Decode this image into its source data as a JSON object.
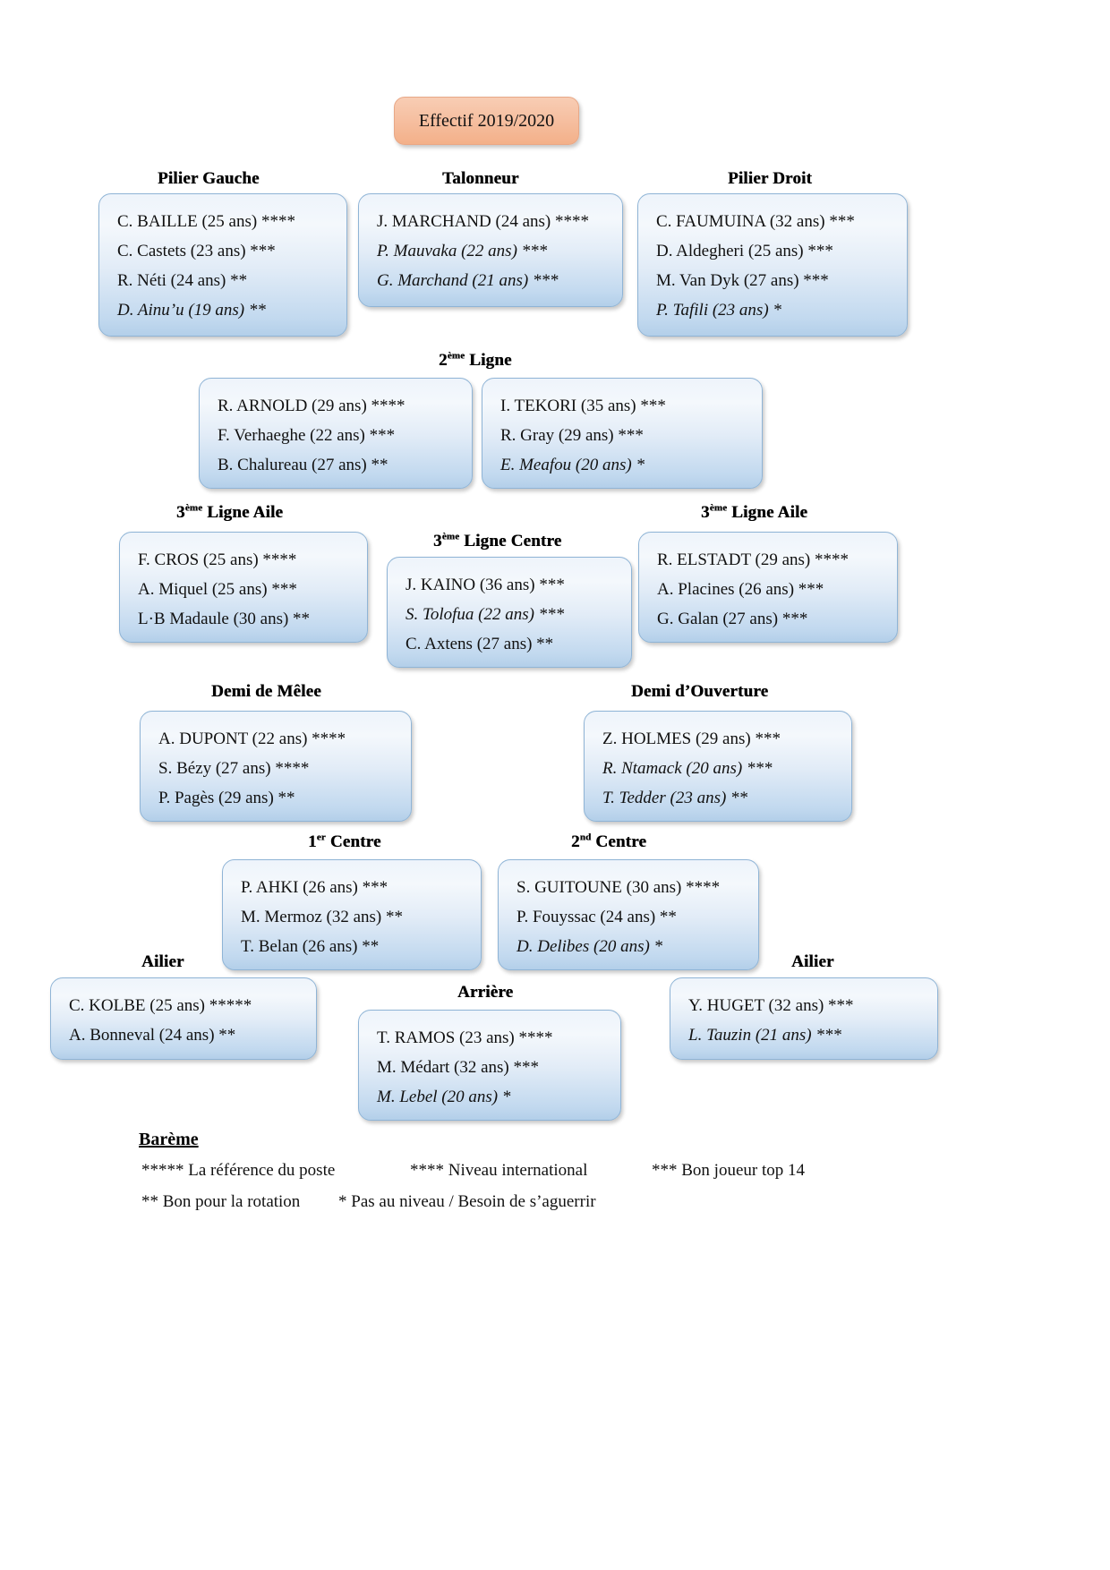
{
  "title": {
    "label": "Effectif 2019/2020"
  },
  "sections": [
    {
      "id": "pilier-gauche",
      "heading": "Pilier Gauche",
      "heading_sup": "",
      "heading_rest": "",
      "players": [
        {
          "text": "C. BAILLE (25 ans) ****",
          "italic": false
        },
        {
          "text": "C. Castets (23 ans) ***",
          "italic": false
        },
        {
          "text": "R. Néti (24 ans) **",
          "italic": false
        },
        {
          "text": "D. Ainu’u (19 ans) **",
          "italic": true
        }
      ]
    },
    {
      "id": "talonneur",
      "heading": "Talonneur",
      "players": [
        {
          "text": "J. MARCHAND (24 ans) ****",
          "italic": false
        },
        {
          "text": "P. Mauvaka (22 ans) ***",
          "italic": true
        },
        {
          "text": "G. Marchand (21 ans) ***",
          "italic": true
        }
      ]
    },
    {
      "id": "pilier-droit",
      "heading": "Pilier Droit",
      "players": [
        {
          "text": "C. FAUMUINA (32 ans) ***",
          "italic": false
        },
        {
          "text": "D. Aldegheri (25 ans) ***",
          "italic": false
        },
        {
          "text": "M. Van Dyk (27 ans) ***",
          "italic": false
        },
        {
          "text": "P. Tafili (23 ans) *",
          "italic": true
        }
      ]
    },
    {
      "id": "deuxieme-ligne",
      "heading_num": "2",
      "heading_sup": "ème",
      "heading_rest": " Ligne",
      "players_left": [
        {
          "text": "R. ARNOLD (29 ans) ****",
          "italic": false
        },
        {
          "text": "F. Verhaeghe (22 ans) ***",
          "italic": false
        },
        {
          "text": "B. Chalureau (27 ans) **",
          "italic": false
        }
      ],
      "players_right": [
        {
          "text": "I. TEKORI (35 ans) ***",
          "italic": false
        },
        {
          "text": "R. Gray (29 ans) ***",
          "italic": false
        },
        {
          "text": "E. Meafou (20 ans) *",
          "italic": true
        }
      ]
    },
    {
      "id": "troisieme-ligne-aile-gauche",
      "heading_num": "3",
      "heading_sup": "ème",
      "heading_rest": " Ligne Aile",
      "players": [
        {
          "text": "F. CROS (25 ans) ****",
          "italic": false
        },
        {
          "text": "A. Miquel (25 ans) ***",
          "italic": false
        },
        {
          "text": "L·B Madaule (30 ans) **",
          "italic": false
        }
      ]
    },
    {
      "id": "troisieme-ligne-centre",
      "heading_num": "3",
      "heading_sup": "ème",
      "heading_rest": " Ligne Centre",
      "players": [
        {
          "text": "J. KAINO (36 ans) ***",
          "italic": false
        },
        {
          "text": "S. Tolofua (22 ans) ***",
          "italic": true
        },
        {
          "text": "C. Axtens (27 ans) **",
          "italic": false
        }
      ]
    },
    {
      "id": "troisieme-ligne-aile-droite",
      "heading_num": "3",
      "heading_sup": "ème",
      "heading_rest": " Ligne Aile",
      "players": [
        {
          "text": "R. ELSTADT (29 ans) ****",
          "italic": false
        },
        {
          "text": "A. Placines (26 ans) ***",
          "italic": false
        },
        {
          "text": "G. Galan (27 ans) ***",
          "italic": false
        }
      ]
    },
    {
      "id": "demi-de-melee",
      "heading": "Demi de Mêlee",
      "players": [
        {
          "text": "A. DUPONT (22 ans) ****",
          "italic": false
        },
        {
          "text": "S. Bézy (27 ans) ****",
          "italic": false
        },
        {
          "text": "P. Pagès (29 ans) **",
          "italic": false
        }
      ]
    },
    {
      "id": "demi-douverture",
      "heading": "Demi d’Ouverture",
      "players": [
        {
          "text": "Z. HOLMES (29 ans) ***",
          "italic": false
        },
        {
          "text": "R. Ntamack (20 ans) ***",
          "italic": true
        },
        {
          "text": "T. Tedder (23 ans) **",
          "italic": true
        }
      ]
    },
    {
      "id": "premier-centre",
      "heading_num": "1",
      "heading_sup": "er",
      "heading_rest": " Centre",
      "players": [
        {
          "text": "P. AHKI (26 ans) ***",
          "italic": false
        },
        {
          "text": "M. Mermoz (32 ans) **",
          "italic": false
        },
        {
          "text": "T. Belan (26 ans) **",
          "italic": false
        }
      ]
    },
    {
      "id": "second-centre",
      "heading_num": "2",
      "heading_sup": "nd",
      "heading_rest": " Centre",
      "players": [
        {
          "text": "S. GUITOUNE (30 ans) ****",
          "italic": false
        },
        {
          "text": "P. Fouyssac (24 ans) **",
          "italic": false
        },
        {
          "text": "D. Delibes (20 ans) *",
          "italic": true
        }
      ]
    },
    {
      "id": "ailier-gauche",
      "heading": "Ailier",
      "players": [
        {
          "text": "C. KOLBE (25 ans) *****",
          "italic": false
        },
        {
          "text": "A. Bonneval (24 ans) **",
          "italic": false
        }
      ]
    },
    {
      "id": "arriere",
      "heading": "Arrière",
      "players": [
        {
          "text": "T. RAMOS (23 ans) ****",
          "italic": false
        },
        {
          "text": "M. Médart (32 ans) ***",
          "italic": false
        },
        {
          "text": "M. Lebel (20 ans) *",
          "italic": true
        }
      ]
    },
    {
      "id": "ailier-droit",
      "heading": "Ailier",
      "players": [
        {
          "text": "Y. HUGET (32 ans) ***",
          "italic": false
        },
        {
          "text": "L. Tauzin (21 ans) ***",
          "italic": true
        }
      ]
    }
  ],
  "bareme": {
    "title": "Barème",
    "line1_a": "***** La référence du poste",
    "line1_b": "**** Niveau international",
    "line1_c": "*** Bon joueur top 14",
    "line2_a": "** Bon pour la rotation",
    "line2_b": "* Pas au niveau / Besoin de s’aguerrir"
  }
}
